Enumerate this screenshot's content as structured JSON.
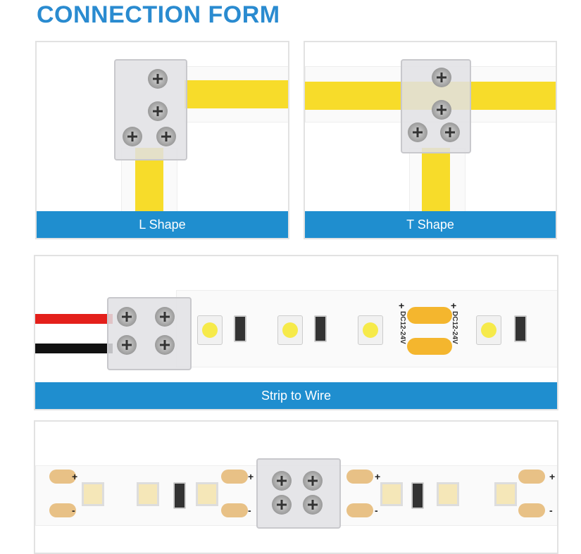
{
  "title": "CONNECTION FORM",
  "panels": {
    "l_shape": {
      "caption": "L Shape"
    },
    "t_shape": {
      "caption": "T Shape"
    },
    "strip_to_wire": {
      "caption": "Strip to Wire",
      "voltage_label": "DC12-24V",
      "plus": "+",
      "minus": "-"
    }
  },
  "colors": {
    "accent": "#1f8ecf",
    "title": "#2a8bd0",
    "strip": "#f7dc2a"
  }
}
